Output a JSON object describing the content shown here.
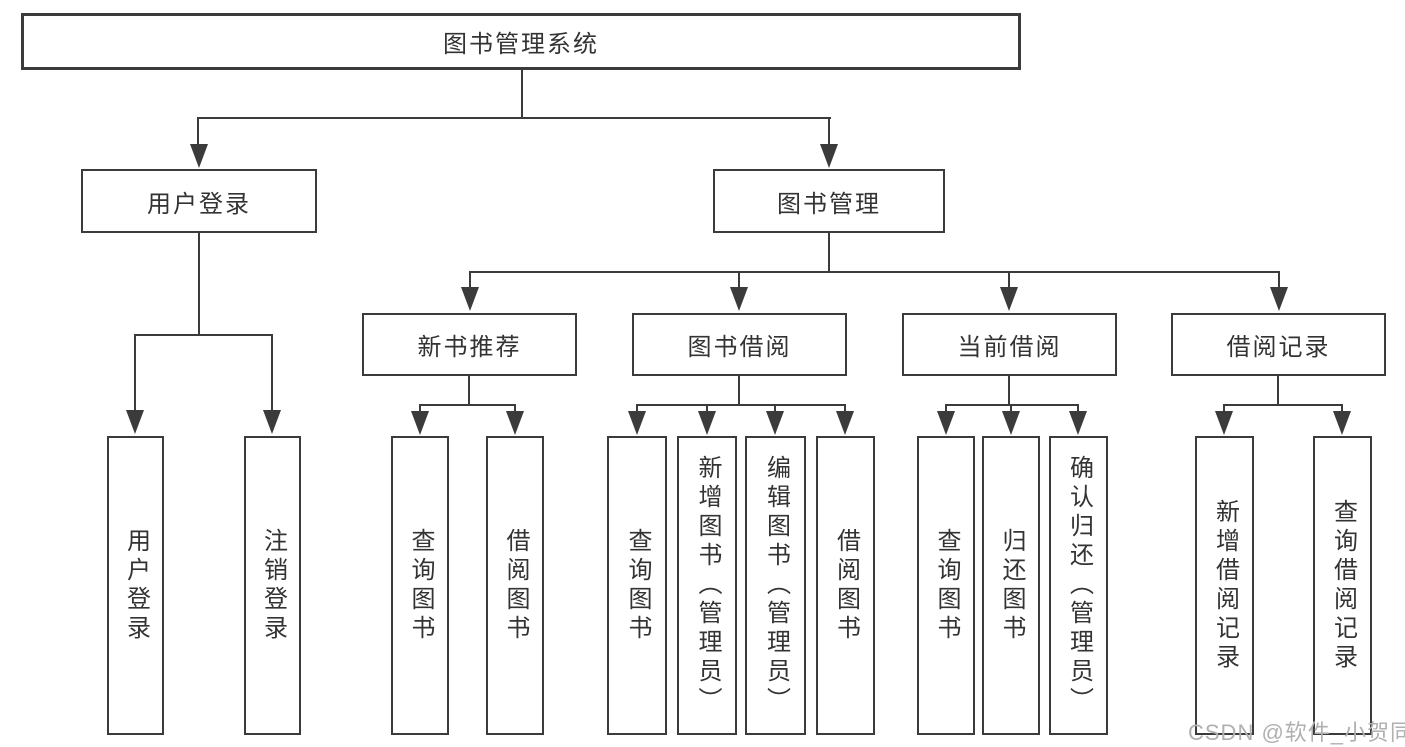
{
  "diagram": {
    "title": "图书管理系统",
    "watermark": "CSDN @软件_小贺同学",
    "colors": {
      "line": "#3b3b3b",
      "text": "#333333",
      "background": "#ffffff",
      "watermark": "#b0b0b0"
    },
    "root": {
      "label": "图书管理系统"
    },
    "level2": [
      {
        "label": "用户登录",
        "children": [
          "用户登录",
          "注销登录"
        ]
      },
      {
        "label": "图书管理"
      }
    ],
    "level3": [
      {
        "label": "新书推荐",
        "children": [
          "查询图书",
          "借阅图书"
        ]
      },
      {
        "label": "图书借阅",
        "children": [
          "查询图书",
          "新增图书（管理员）",
          "编辑图书（管理员）",
          "借阅图书"
        ]
      },
      {
        "label": "当前借阅",
        "children": [
          "查询图书",
          "归还图书",
          "确认归还（管理员）"
        ]
      },
      {
        "label": "借阅记录",
        "children": [
          "新增借阅记录",
          "查询借阅记录"
        ]
      }
    ]
  }
}
